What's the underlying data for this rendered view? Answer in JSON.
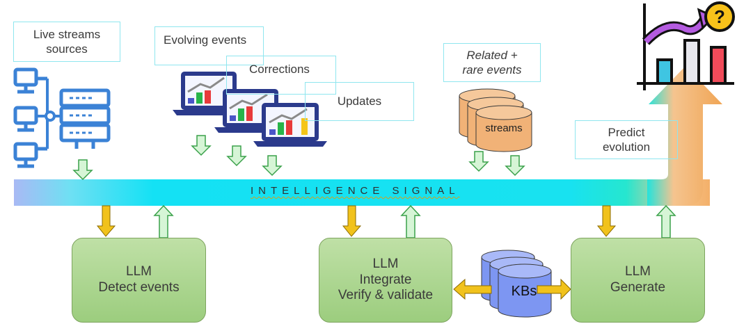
{
  "labels": {
    "live_streams": "Live streams sources",
    "evolving_events": "Evolving events",
    "corrections": "Corrections",
    "updates": "Updates",
    "related_rare": "Related + rare events",
    "streams": "streams",
    "predict_evolution": "Predict evolution",
    "signal": "INTELLIGENCE SIGNAL",
    "kbs": "KBs"
  },
  "llm_boxes": {
    "detect": {
      "title": "LLM",
      "lines": [
        "Detect events"
      ]
    },
    "integrate": {
      "title": "LLM",
      "lines": [
        "Integrate",
        "Verify & validate"
      ]
    },
    "generate": {
      "title": "LLM",
      "lines": [
        "Generate"
      ]
    }
  },
  "colors": {
    "icon_blue": "#3b82d6",
    "arrow_green_fill": "#d6f5d6",
    "arrow_green_stroke": "#3aa14a",
    "arrow_gold": "#e8b20c",
    "llm_green": "#a6d38a",
    "db_blue": "#7d96f2",
    "db_orange": "#f1b277"
  }
}
